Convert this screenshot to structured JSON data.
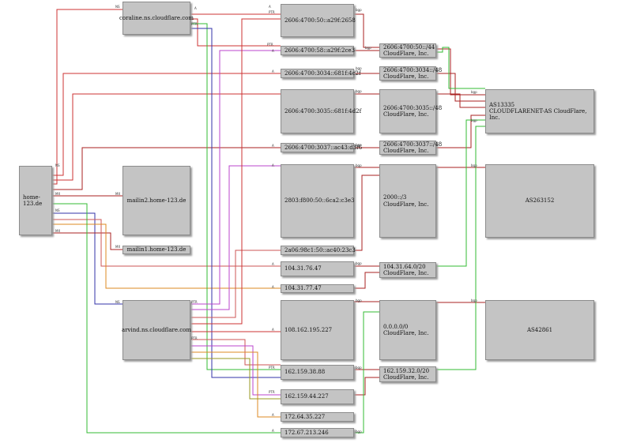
{
  "nodes": {
    "home": "home-123.de",
    "mailin2": "mailin2.home-123.de",
    "mailin1": "mailin1.home-123.de",
    "coraline": "coraline.ns.cloudflare.com",
    "arvind": "arvind.ns.cloudflare.com",
    "ip6_a": "2606:4700:50::a29f:2658",
    "ip6_b": "2606:4700:58::a29f:2ce3",
    "ip6_c": "2606:4700:3034::681f:4c2f",
    "ip6_d": "2606:4700:3035::681f:4d2f",
    "ip6_e": "2606:4700:3037::ac43:d3f6",
    "ip6_f": "2803:f800:50::6ca2:c3e3",
    "ip6_g": "2a06:98c1:50::ac40:23c3",
    "ip4_a": "104.31.76.47",
    "ip4_b": "104.31.77.47",
    "ip4_c": "108.162.195.227",
    "ip4_d": "162.159.38.88",
    "ip4_e": "162.159.44.227",
    "ip4_f": "172.64.35.227",
    "ip4_g": "172.67.213.246",
    "pfx1_a": "2606:4700:50::/44",
    "pfx1_b": "CloudFlare, Inc.",
    "pfx2_a": "2606:4700:3034::/48",
    "pfx2_b": "CloudFlare, Inc.",
    "pfx3_a": "2606:4700:3035::/48",
    "pfx3_b": "CloudFlare, Inc.",
    "pfx4_a": "2606:4700:3037::/48",
    "pfx4_b": "CloudFlare, Inc.",
    "pfx5_a": "2000::/3",
    "pfx5_b": "CloudFlare, Inc.",
    "pfx6_a": "104.31.64.0/20",
    "pfx6_b": "CloudFlare, Inc.",
    "pfx7_a": "0.0.0.0/0",
    "pfx7_b": "CloudFlare, Inc.",
    "pfx8_a": "162.159.32.0/20",
    "pfx8_b": "CloudFlare, Inc.",
    "as1_a": "AS13335",
    "as1_b": "CLOUDFLARENET-AS CloudFlare, Inc.",
    "as2": "AS263152",
    "as3": "AS42861"
  },
  "edge_labels": {
    "ns": "NS",
    "a": "A",
    "mx": "MX",
    "ptr": "PTR",
    "bgp": "bgp"
  },
  "colors": {
    "node_fill": "#c4c4c4",
    "edge_red": "#cc3333",
    "edge_green": "#33bb33",
    "edge_blue": "#3333aa",
    "edge_orange": "#dd8822",
    "edge_purple": "#bb44cc",
    "edge_darkred": "#aa2222"
  }
}
